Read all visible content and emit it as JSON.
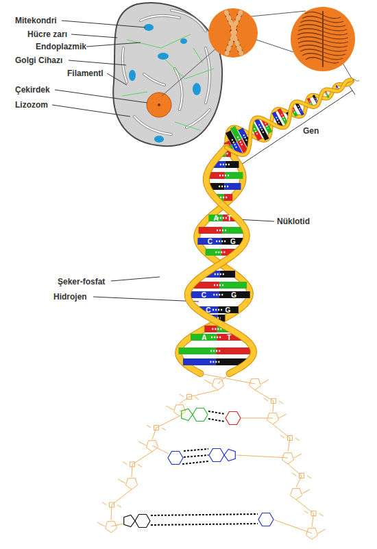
{
  "diagram": {
    "labels": [
      "Mitekondri",
      "Hücre zarı",
      "Endoplazmik",
      "Golgi Cihazı",
      "Filamentl",
      "Çekirdek",
      "Lizozom",
      "Gen",
      "Nüklotid",
      "A",
      "T",
      "C",
      "G",
      "Şeker-fosfat",
      "C",
      "G",
      "Hidrojen",
      "C",
      "G",
      "A",
      "T"
    ]
  }
}
